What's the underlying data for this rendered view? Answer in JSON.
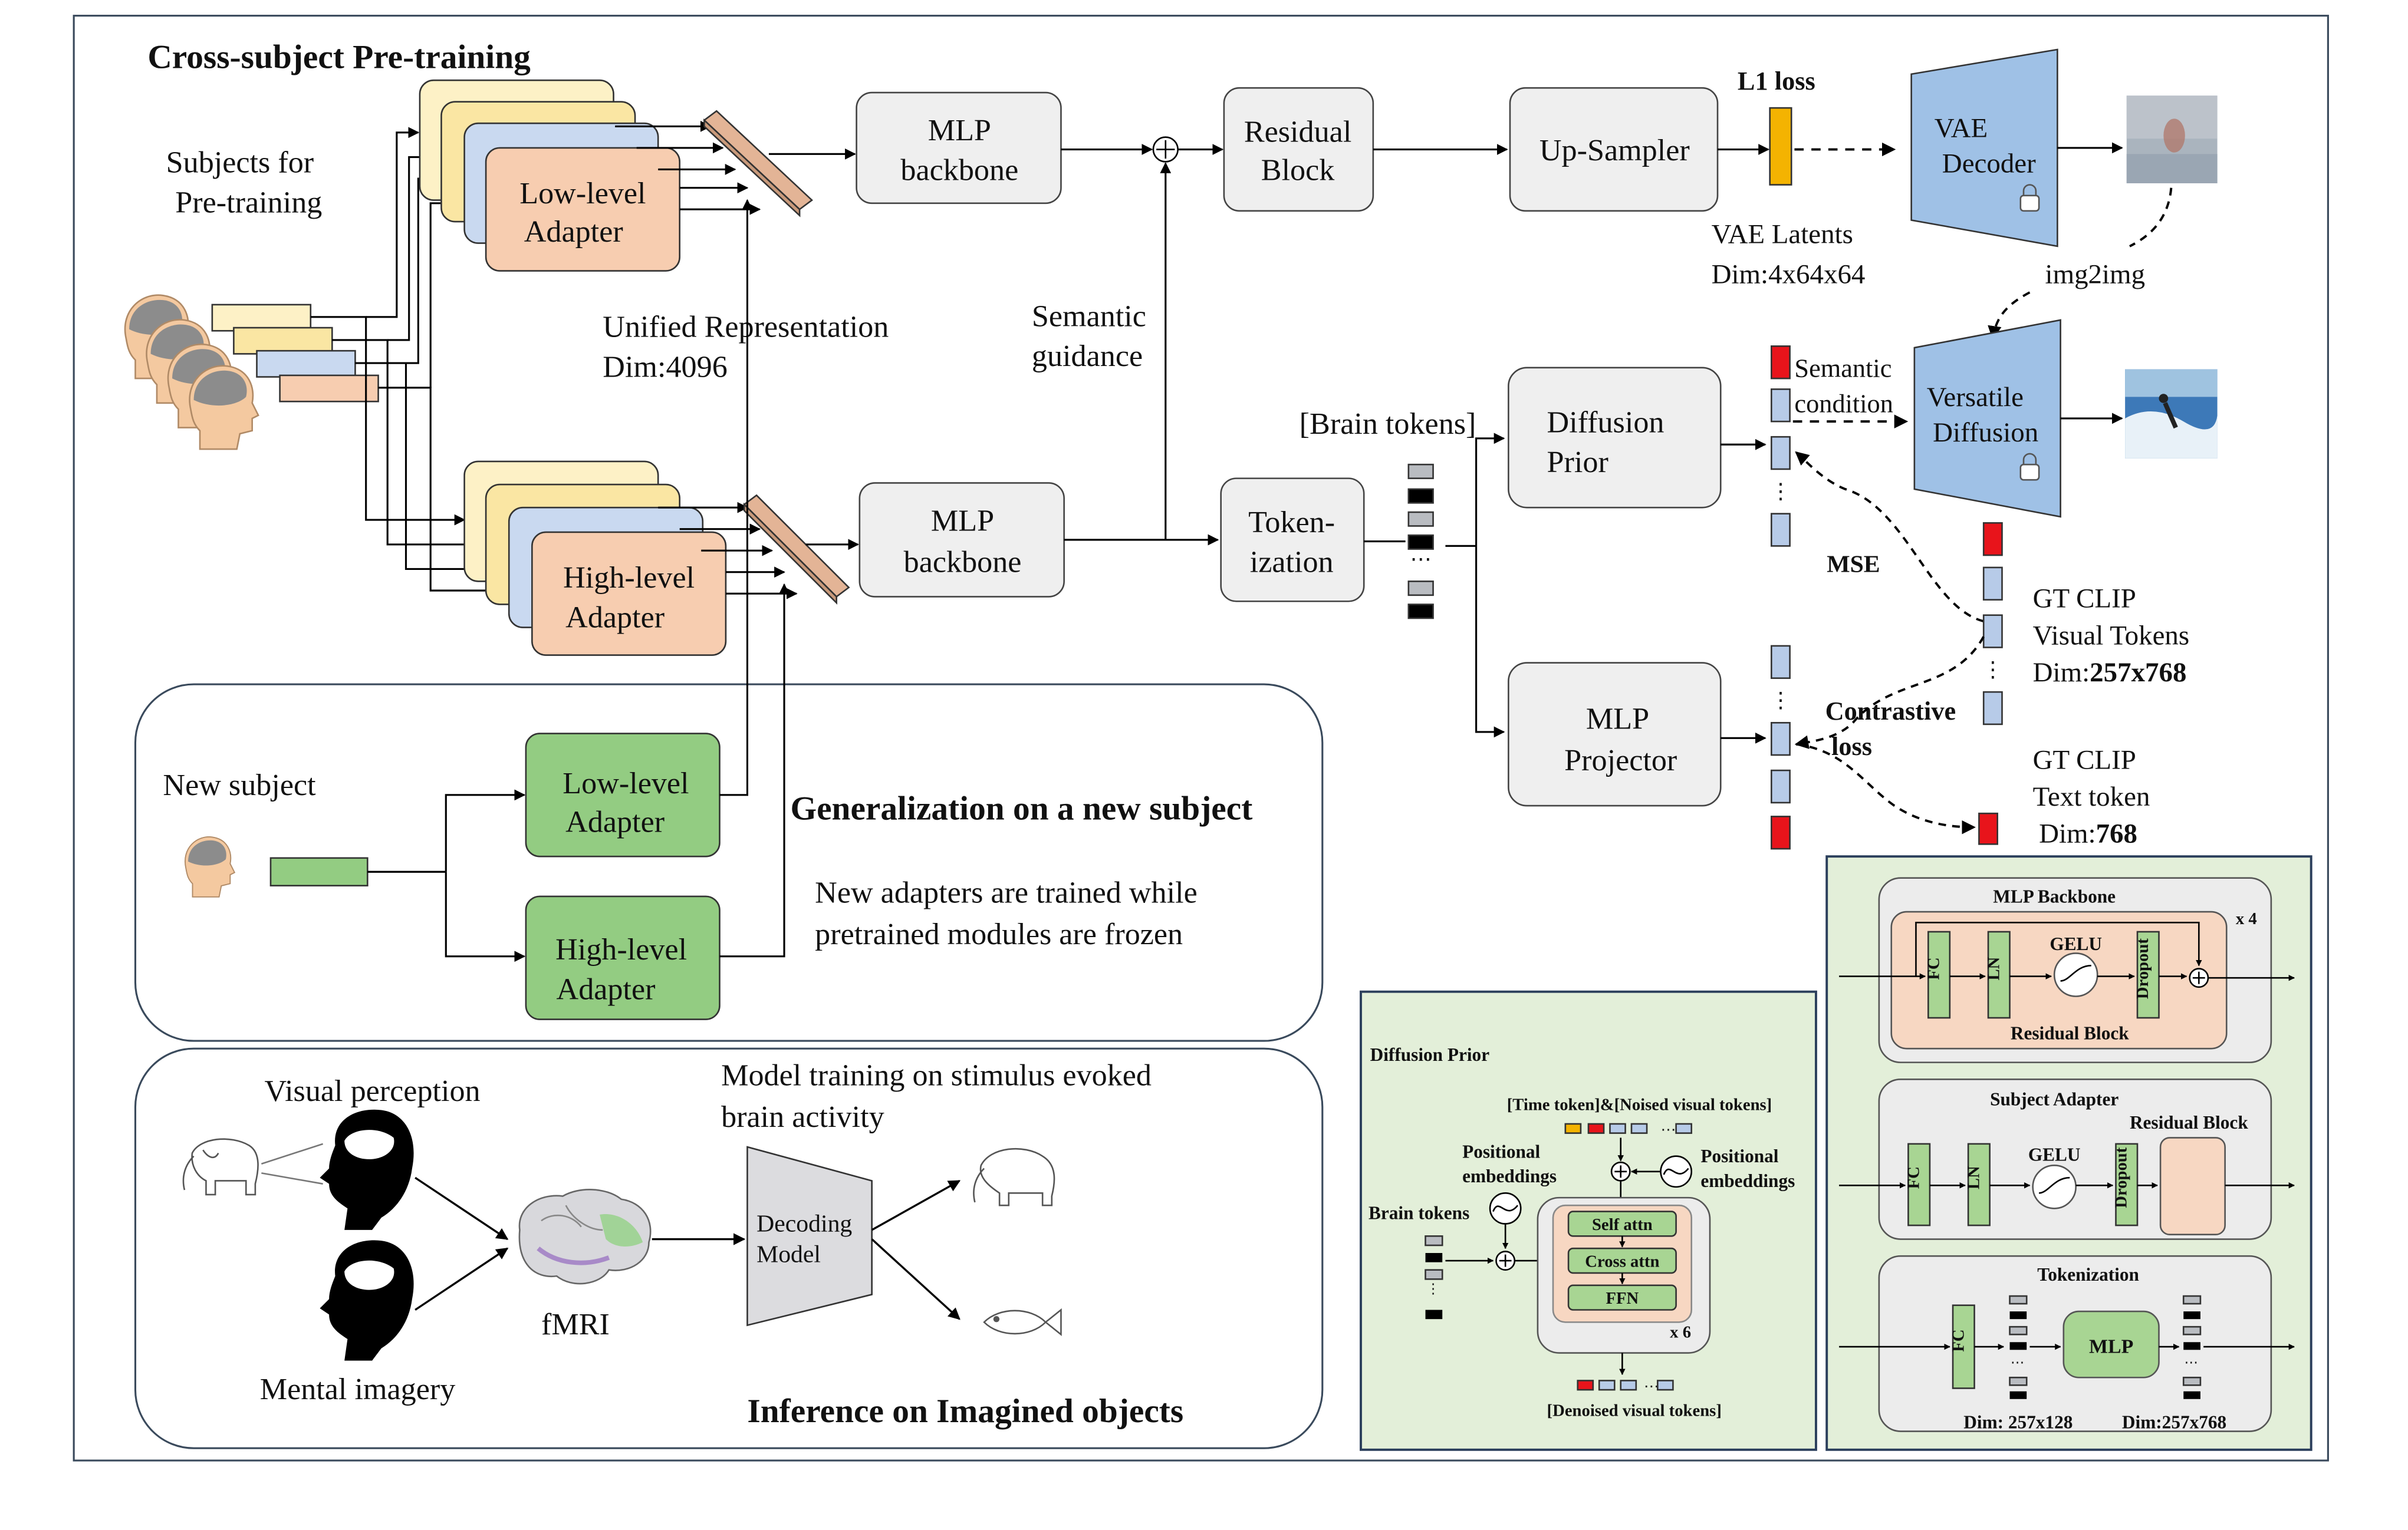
{
  "titles": {
    "pretraining": "Cross-subject Pre-training",
    "generalization": "Generalization on a new subject",
    "inference": "Inference on Imagined objects"
  },
  "labels": {
    "subjects_line1": "Subjects for",
    "subjects_line2": "Pre-training",
    "low_adapter_1": "Low-level",
    "low_adapter_2": "Adapter",
    "high_adapter_1": "High-level",
    "high_adapter_2": "Adapter",
    "mlp_backbone_1": "MLP",
    "mlp_backbone_2": "backbone",
    "residual_1": "Residual",
    "residual_2": "Block",
    "upsampler": "Up-Sampler",
    "l1_loss": "L1 loss",
    "vae_decoder_1": "VAE",
    "vae_decoder_2": "Decoder",
    "vae_latents_1": "VAE Latents",
    "vae_latents_2": "Dim:4x64x64",
    "img2img": "img2img",
    "unified_1": "Unified  Representation",
    "unified_2": "Dim:4096",
    "semantic_guidance_1": "Semantic",
    "semantic_guidance_2": "guidance",
    "brain_tokens": "[Brain tokens]",
    "tokenization_1": "Token-",
    "tokenization_2": "ization",
    "diffusion_prior_1": "Diffusion",
    "diffusion_prior_2": "Prior",
    "semantic_condition_1": "Semantic",
    "semantic_condition_2": "condition",
    "versatile_1": "Versatile",
    "versatile_2": "Diffusion",
    "mse": "MSE",
    "gt_clip_visual_1": "GT CLIP",
    "gt_clip_visual_2": "Visual Tokens",
    "gt_clip_visual_3a": "Dim:",
    "gt_clip_visual_3b": "257x768",
    "mlp_projector_1": "MLP",
    "mlp_projector_2": "Projector",
    "contrastive_1": "Contrastive",
    "contrastive_2": "loss",
    "gt_clip_text_1": "GT CLIP",
    "gt_clip_text_2": "Text token",
    "gt_clip_text_3a": "Dim:",
    "gt_clip_text_3b": "768",
    "new_subject": "New subject",
    "new_adapters_1": "New adapters are trained while",
    "new_adapters_2": "pretrained modules are frozen",
    "visual_perception": "Visual perception",
    "mental_imagery": "Mental imagery",
    "fmri": "fMRI",
    "model_training_1": "Model training on stimulus evoked",
    "model_training_2": "brain activity",
    "decoding_1": "Decoding",
    "decoding_2": "Model"
  },
  "diffusion_prior_panel": {
    "title": "Diffusion Prior",
    "time_noised": "[Time token]&[Noised visual tokens]",
    "pos_emb_left_1": "Positional",
    "pos_emb_left_2": "embeddings",
    "pos_emb_right_1": "Positional",
    "pos_emb_right_2": "embeddings",
    "brain_tokens": "Brain tokens",
    "self_attn": "Self attn",
    "cross_attn": "Cross attn",
    "ffn": "FFN",
    "repeat": "x 6",
    "denoised": "[Denoised visual tokens]"
  },
  "side_panel": {
    "mlp_backbone_title": "MLP Backbone",
    "repeat4": "x 4",
    "fc": "FC",
    "ln": "LN",
    "gelu": "GELU",
    "dropout": "Dropout",
    "residual_block": "Residual Block",
    "subject_adapter_title": "Subject Adapter",
    "tokenization_title": "Tokenization",
    "mlp": "MLP",
    "dim_a": "Dim: 257x128",
    "dim_b": "Dim:257x768"
  },
  "colors": {
    "adapter_low_high": "#f7cdb0",
    "adapter_new": "#93cc82",
    "panel_green": "#e3efd9",
    "blue_trap": "#9fc1e6",
    "box_gray": "#efefef",
    "token_red": "#e8141b",
    "token_blue": "#b7cbe8",
    "latent_orange": "#f4b301"
  }
}
